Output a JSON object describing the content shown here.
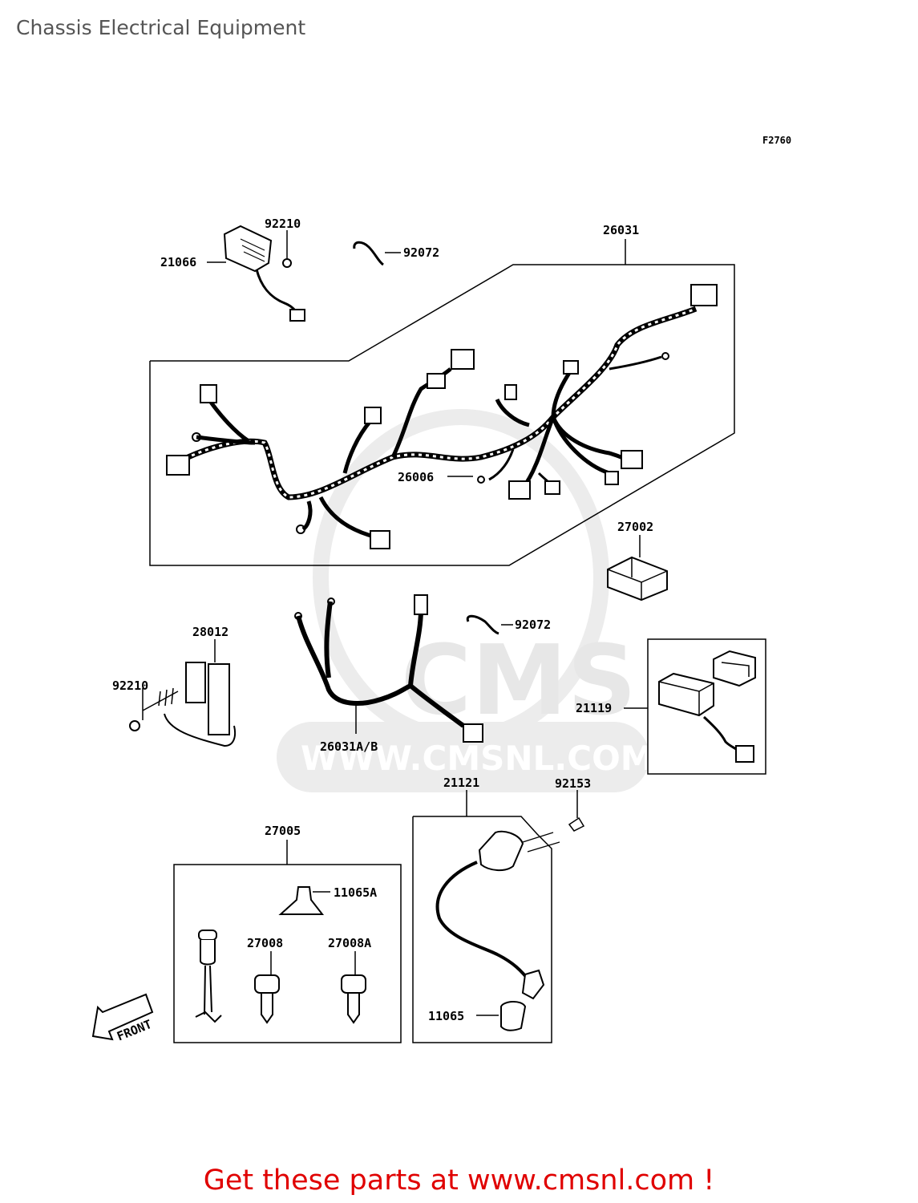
{
  "page": {
    "title": "Chassis Electrical Equipment",
    "figure_code": "F2760"
  },
  "watermark": {
    "logo_text": "CMS",
    "url_text": "WWW.CMSNL.COM"
  },
  "parts": [
    {
      "number": "92210"
    },
    {
      "number": "21066"
    },
    {
      "number": "92072"
    },
    {
      "number": "26031"
    },
    {
      "number": "26006"
    },
    {
      "number": "27002"
    },
    {
      "number": "28012"
    },
    {
      "number": "92072"
    },
    {
      "number": "92210"
    },
    {
      "number": "26031A/B"
    },
    {
      "number": "21119"
    },
    {
      "number": "21121"
    },
    {
      "number": "92153"
    },
    {
      "number": "27005"
    },
    {
      "number": "11065A"
    },
    {
      "number": "27008"
    },
    {
      "number": "27008A"
    },
    {
      "number": "11065"
    }
  ],
  "front_arrow": {
    "label": "FRONT"
  },
  "footer": {
    "text": "Get these parts at www.cmsnl.com !"
  }
}
